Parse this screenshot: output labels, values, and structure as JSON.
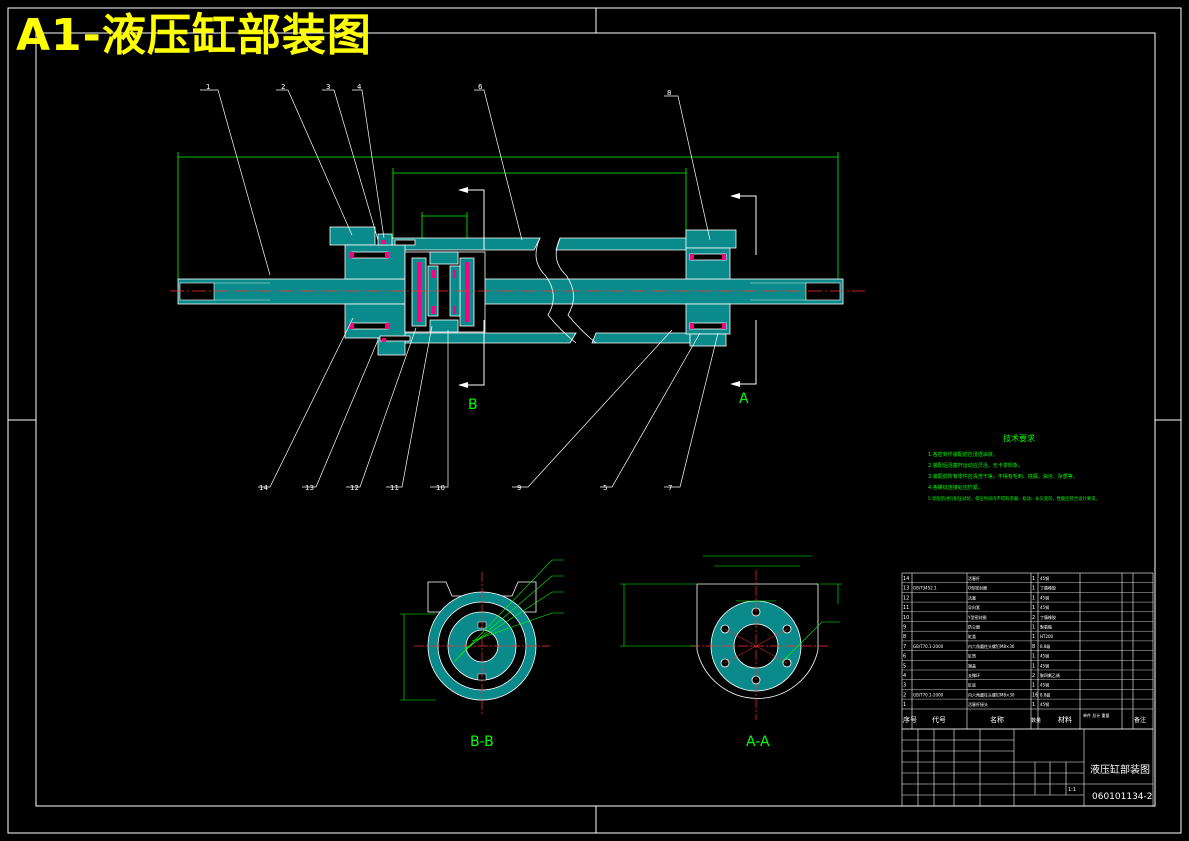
{
  "title": "A1-液压缸部装图",
  "callouts": [
    "1",
    "2",
    "3",
    "4",
    "6",
    "8",
    "14",
    "13",
    "12",
    "11",
    "10",
    "9",
    "5",
    "7"
  ],
  "section_marks": {
    "a_top": "A",
    "b_top": "B"
  },
  "views": {
    "bb": "B-B",
    "aa": "A-A"
  },
  "tech": {
    "heading": "技术要求",
    "lines": [
      "1.各密封件装配前应浸透油液。",
      "2.装配后活塞杆运动应灵活，无卡滞现象。",
      "3.装配前所有零件应清洗干净，不得有毛刺、铁屑、油污、杂质等。",
      "4.各螺纹连接处应拧紧。",
      "5.装配后进行耐压试验，保压时间内不得有渗漏、松动、永久变形，性能应符合设计要求。"
    ]
  },
  "bom": {
    "headers": [
      "序号",
      "代号",
      "名称",
      "数量",
      "材料",
      "单件 总计 重量",
      "备注"
    ],
    "rows": [
      [
        "14",
        "",
        "活塞杆",
        "1",
        "45钢",
        ""
      ],
      [
        "13",
        "GB/T3452.1",
        "O型密封圈",
        "1",
        "丁腈橡胶",
        ""
      ],
      [
        "12",
        "",
        "活塞",
        "1",
        "45钢",
        ""
      ],
      [
        "11",
        "",
        "导向套",
        "1",
        "45钢",
        ""
      ],
      [
        "10",
        "",
        "Y型密封圈",
        "2",
        "丁腈橡胶",
        ""
      ],
      [
        "9",
        "",
        "防尘圈",
        "1",
        "聚氨酯",
        ""
      ],
      [
        "8",
        "",
        "缸盖",
        "1",
        "HT200",
        ""
      ],
      [
        "7",
        "GB/T70.1-2000",
        "内六角圆柱头螺钉M8×30",
        "8",
        "8.8级",
        ""
      ],
      [
        "6",
        "",
        "缸筒",
        "1",
        "45钢",
        ""
      ],
      [
        "5",
        "",
        "端盖",
        "1",
        "45钢",
        ""
      ],
      [
        "4",
        "",
        "支撑环",
        "2",
        "聚四氟乙烯",
        ""
      ],
      [
        "3",
        "",
        "缸底",
        "1",
        "45钢",
        ""
      ],
      [
        "2",
        "GB/T70.1-2000",
        "内六角圆柱头螺钉M8×30",
        "16",
        "8.8级",
        ""
      ],
      [
        "1",
        "",
        "活塞杆接头",
        "1",
        "45钢",
        ""
      ]
    ]
  },
  "titleblock": {
    "name": "液压缸部装图",
    "code": "060101134-2",
    "scale": "1:1"
  }
}
